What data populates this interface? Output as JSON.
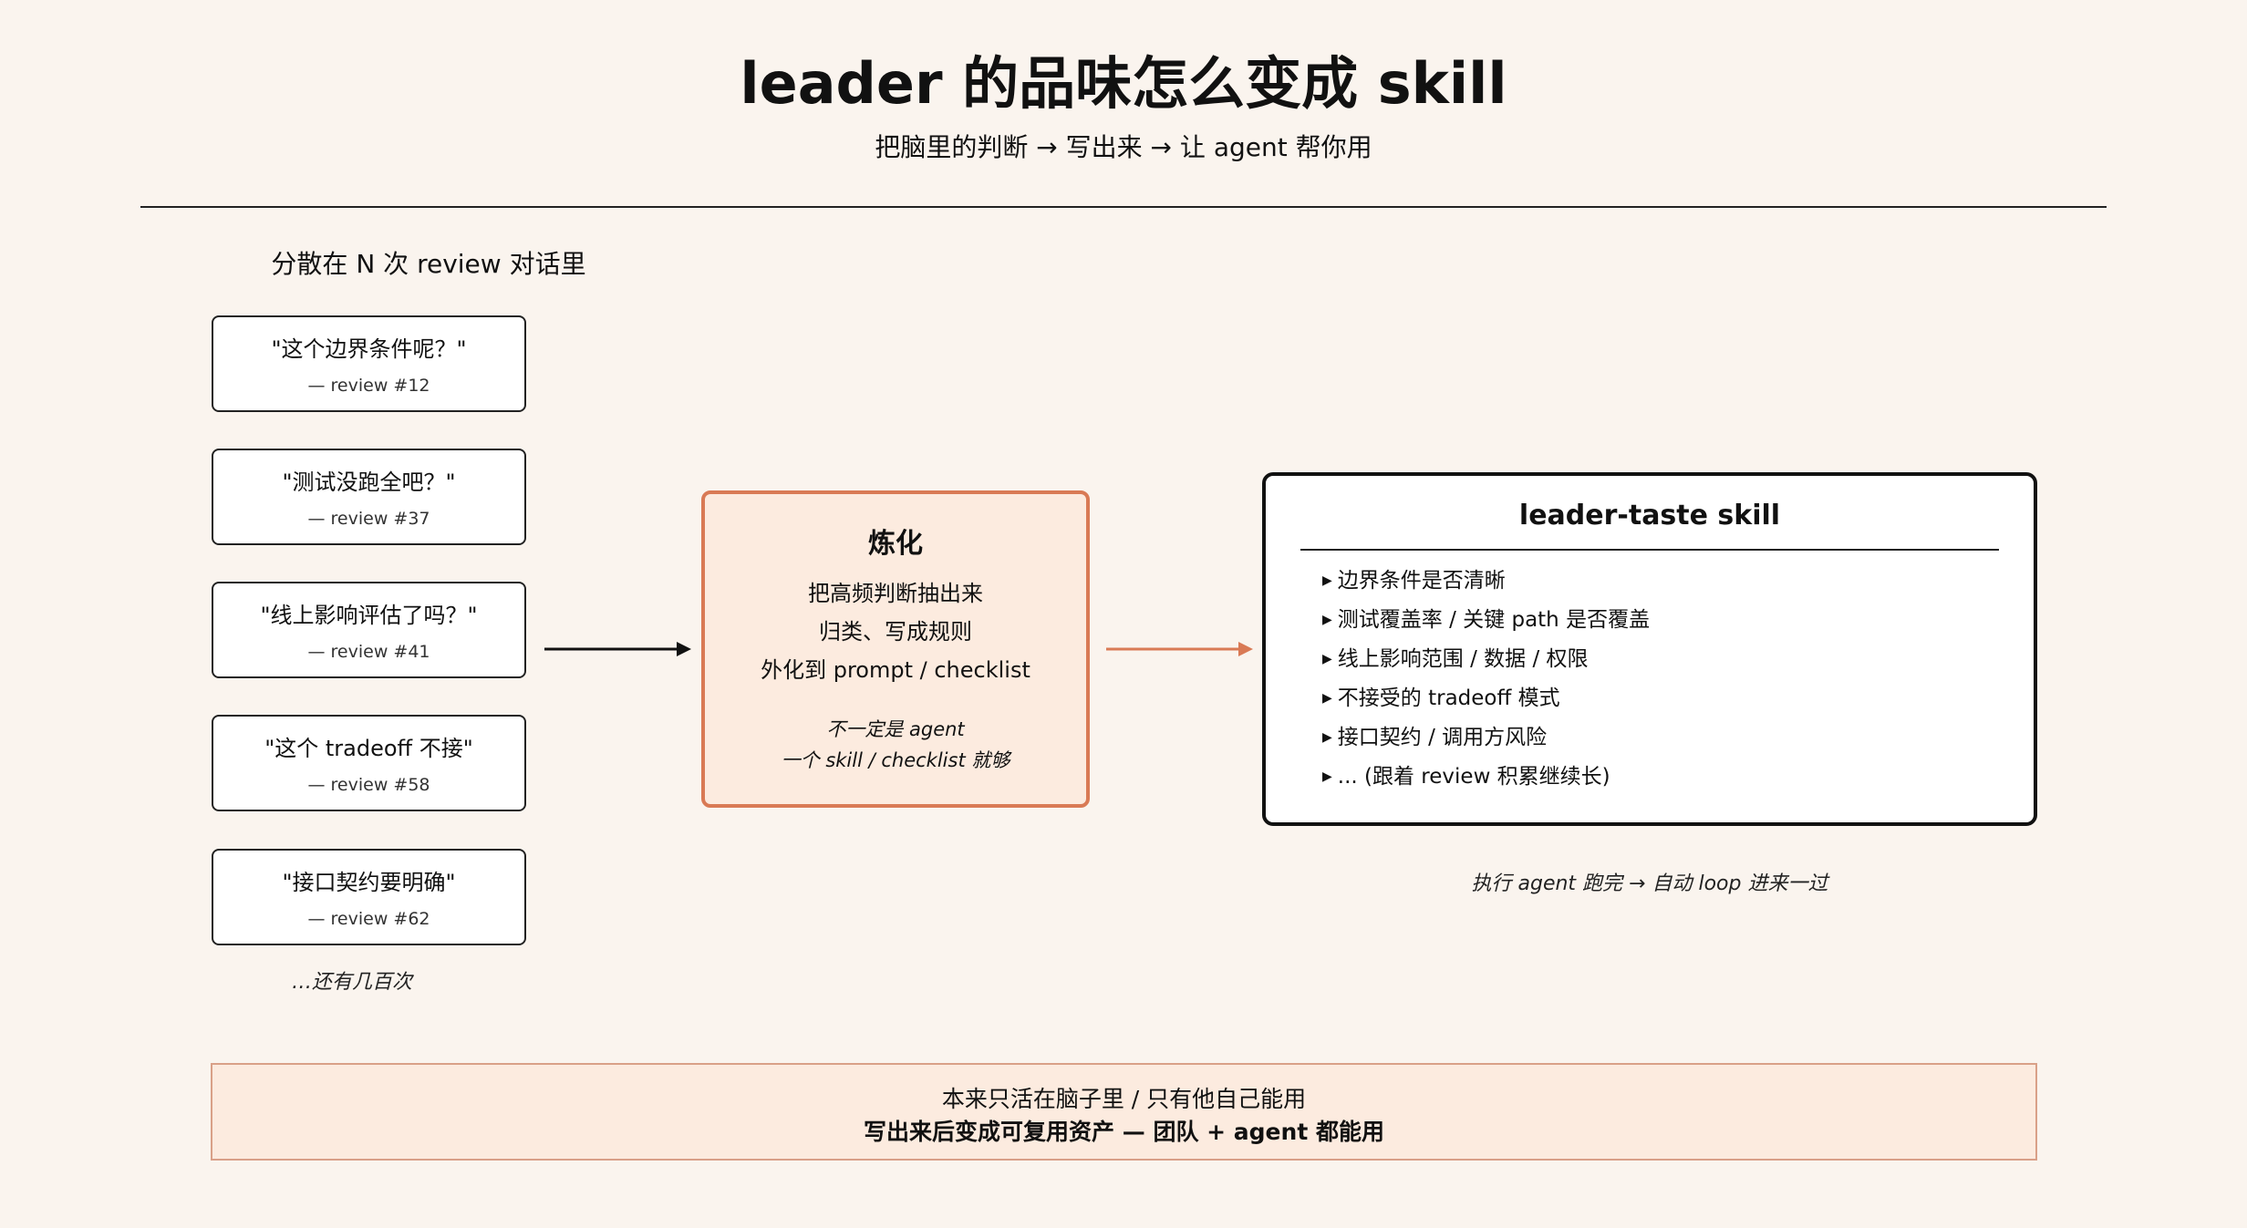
{
  "header": {
    "title": "leader 的品味怎么变成 skill",
    "subtitle": "把脑里的判断 → 写出来 → 让 agent 帮你用"
  },
  "sources": {
    "label": "分散在 N 次 review 对话里",
    "quotes": [
      {
        "text": "\"这个边界条件呢？\"",
        "source": "— review #12"
      },
      {
        "text": "\"测试没跑全吧？\"",
        "source": "— review #37"
      },
      {
        "text": "\"线上影响评估了吗？\"",
        "source": "— review #41"
      },
      {
        "text": "\"这个 tradeoff 不接\"",
        "source": "— review #58"
      },
      {
        "text": "\"接口契约要明确\"",
        "source": "— review #62"
      }
    ],
    "more": "…还有几百次"
  },
  "refine": {
    "title": "炼化",
    "lines": [
      "把高频判断抽出来",
      "归类、写成规则",
      "外化到 prompt / checklist"
    ],
    "note_lines": [
      "不一定是 agent",
      "一个 skill / checklist 就够"
    ]
  },
  "skill": {
    "title": "leader-taste skill",
    "items": [
      "边界条件是否清晰",
      "测试覆盖率 / 关键 path 是否覆盖",
      "线上影响范围 / 数据 / 权限",
      "不接受的 tradeoff 模式",
      "接口契约 / 调用方风险",
      "... (跟着 review 积累继续长)"
    ],
    "bullet": "▶",
    "exec_note": "执行 agent 跑完 → 自动 loop 进来一过"
  },
  "footer": {
    "line1": "本来只活在脑子里 / 只有他自己能用",
    "line2": "写出来后变成可复用资产 — 团队 + agent 都能用"
  },
  "colors": {
    "background": "#faf4ee",
    "accent": "#d97a55",
    "accent_fill": "#fcebdf",
    "ink": "#111111"
  }
}
